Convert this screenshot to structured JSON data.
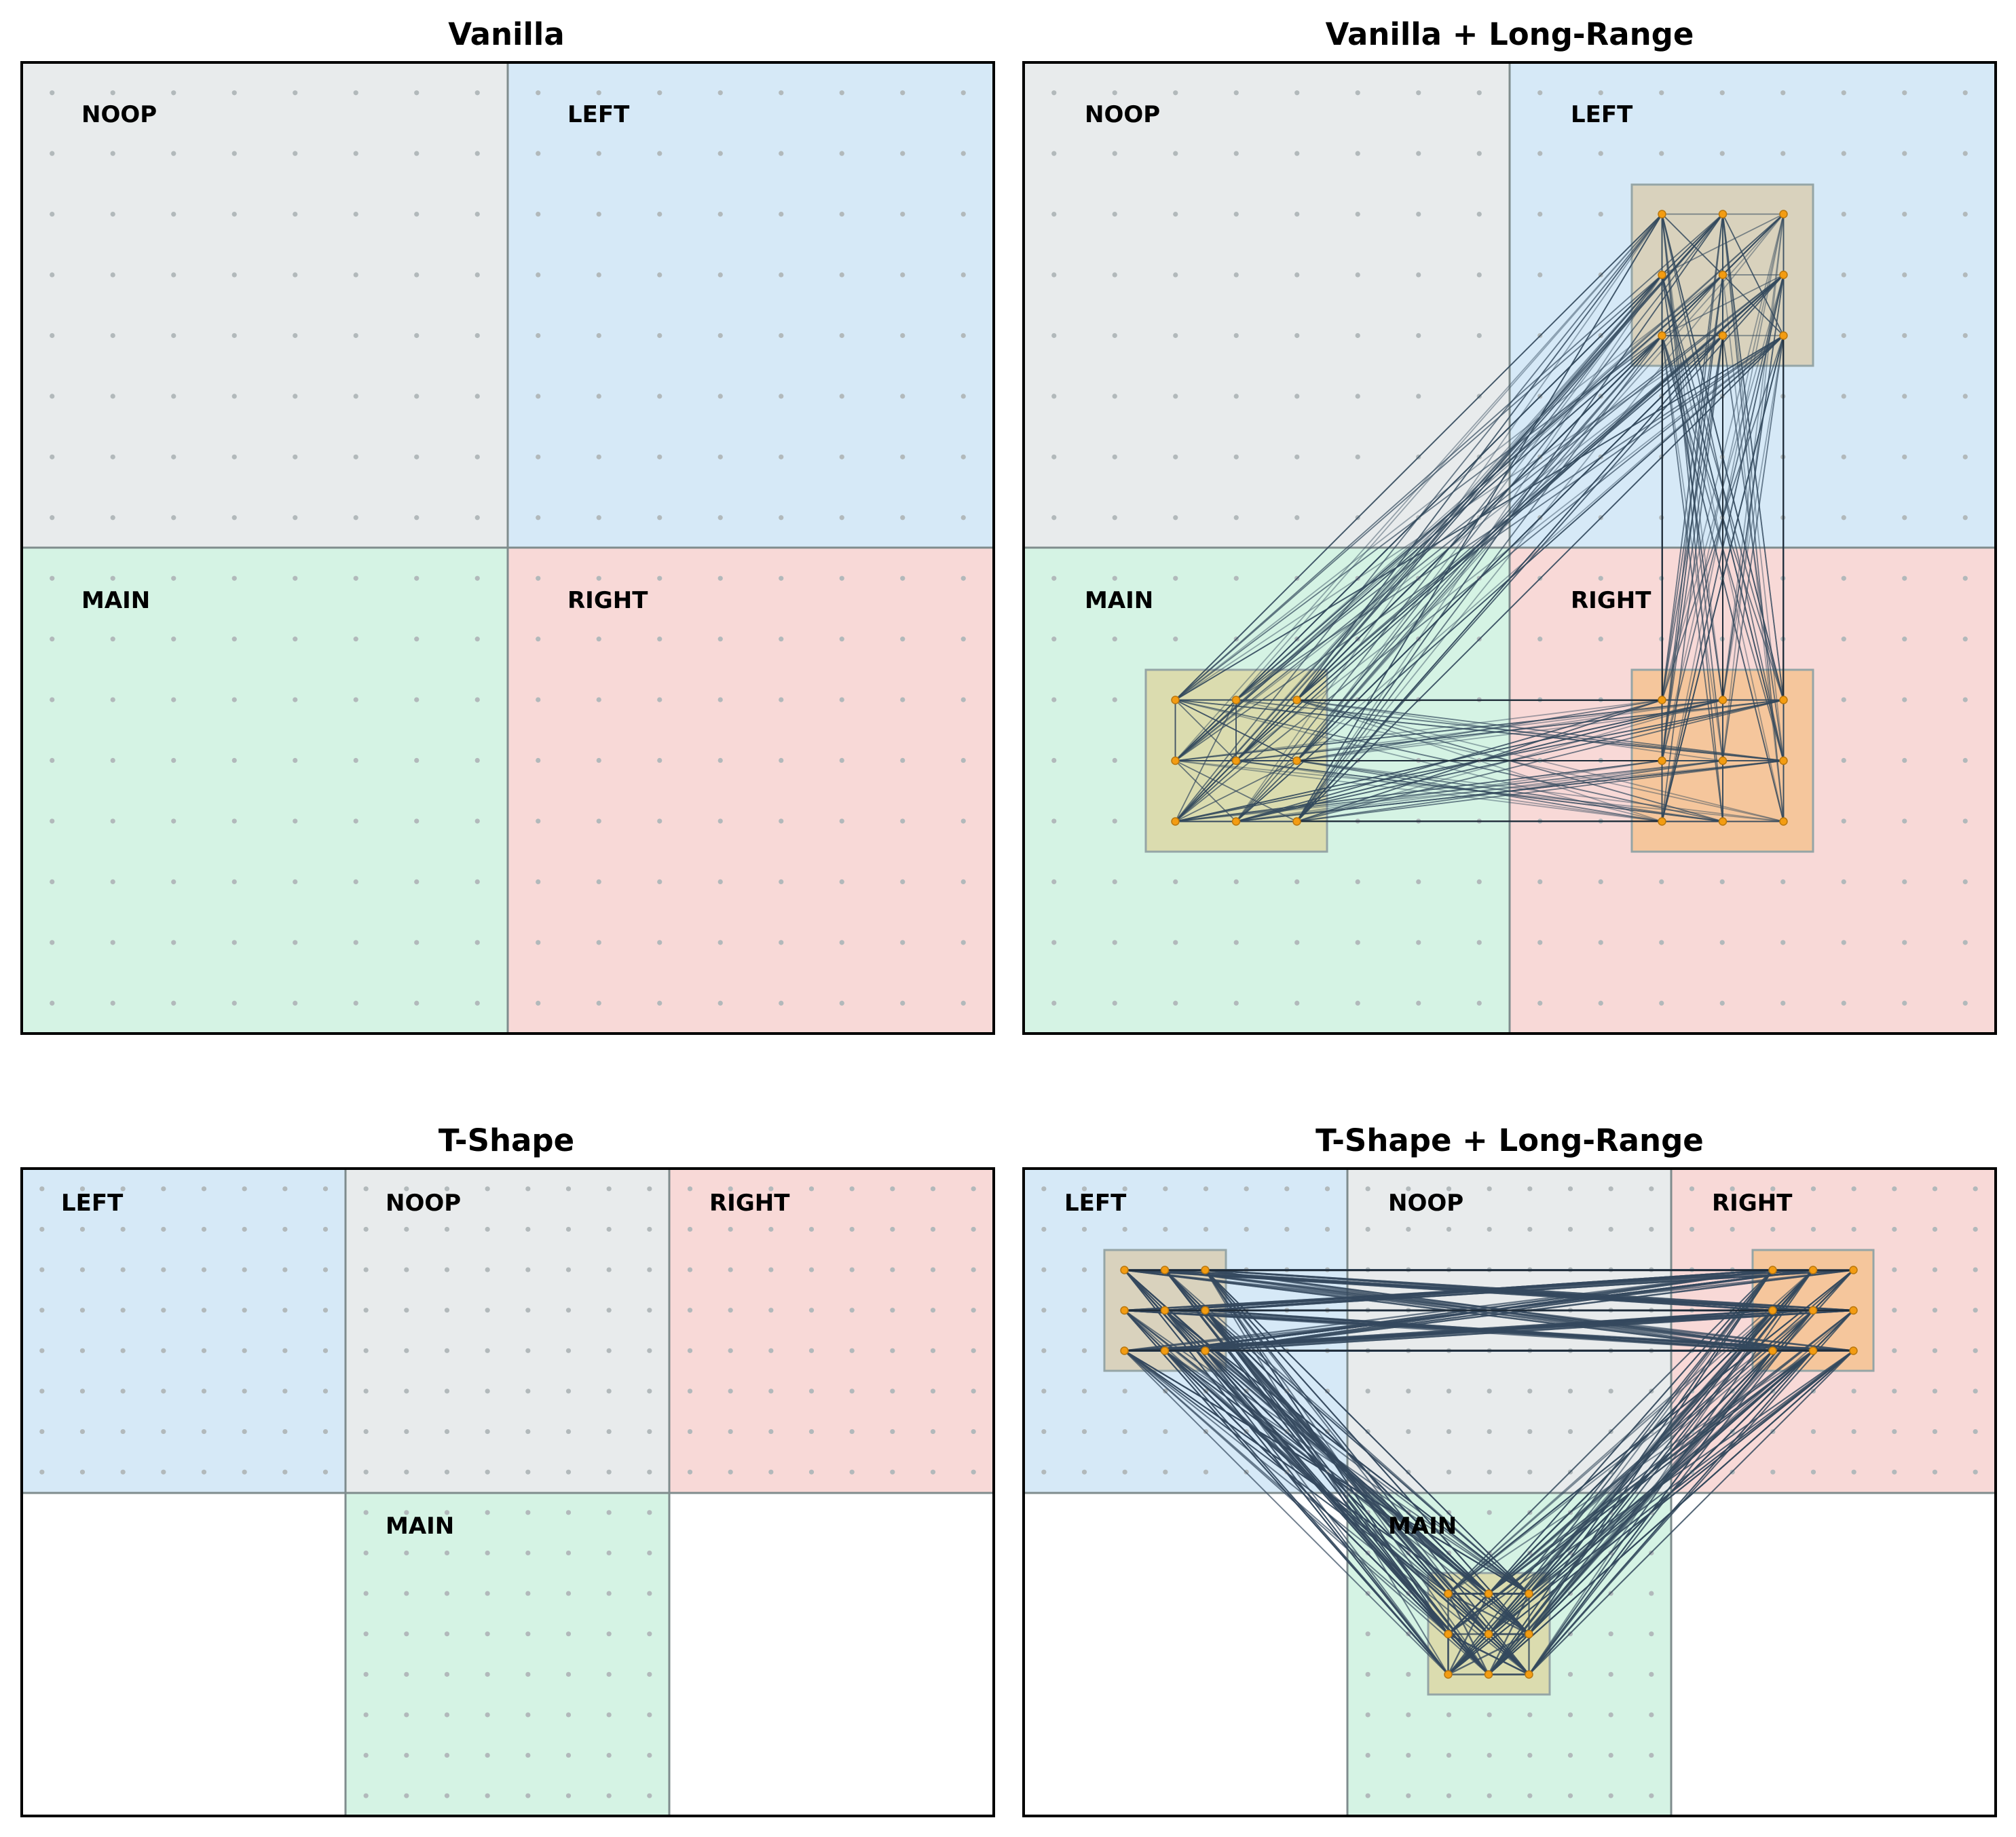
{
  "colors": {
    "noop": "#e8ebec",
    "left": "#d6e9f7",
    "right": "#f8d9d7",
    "main": "#d5f3e4",
    "edge": "#34495e",
    "node": "#f39c12",
    "cluster_left": "#d9d2bd",
    "cluster_right": "#f5c69c",
    "cluster_main": "#dbdcaf"
  },
  "panels": [
    {
      "id": "vanilla",
      "title": "Vanilla",
      "regions": [
        {
          "key": "noop",
          "label": "NOOP"
        },
        {
          "key": "left",
          "label": "LEFT"
        },
        {
          "key": "main",
          "label": "MAIN"
        },
        {
          "key": "right",
          "label": "RIGHT"
        }
      ],
      "long_range": false
    },
    {
      "id": "vanilla-long-range",
      "title": "Vanilla + Long-Range",
      "regions": [
        {
          "key": "noop",
          "label": "NOOP"
        },
        {
          "key": "left",
          "label": "LEFT"
        },
        {
          "key": "main",
          "label": "MAIN"
        },
        {
          "key": "right",
          "label": "RIGHT"
        }
      ],
      "long_range": true,
      "clusters": [
        "left",
        "main",
        "right"
      ]
    },
    {
      "id": "tshape",
      "title": "T-Shape",
      "regions": [
        {
          "key": "left",
          "label": "LEFT"
        },
        {
          "key": "noop",
          "label": "NOOP"
        },
        {
          "key": "right",
          "label": "RIGHT"
        },
        {
          "key": "main",
          "label": "MAIN"
        }
      ],
      "long_range": false
    },
    {
      "id": "tshape-long-range",
      "title": "T-Shape + Long-Range",
      "regions": [
        {
          "key": "left",
          "label": "LEFT"
        },
        {
          "key": "noop",
          "label": "NOOP"
        },
        {
          "key": "right",
          "label": "RIGHT"
        },
        {
          "key": "main",
          "label": "MAIN"
        }
      ],
      "long_range": true,
      "clusters": [
        "left",
        "main",
        "right"
      ]
    }
  ]
}
